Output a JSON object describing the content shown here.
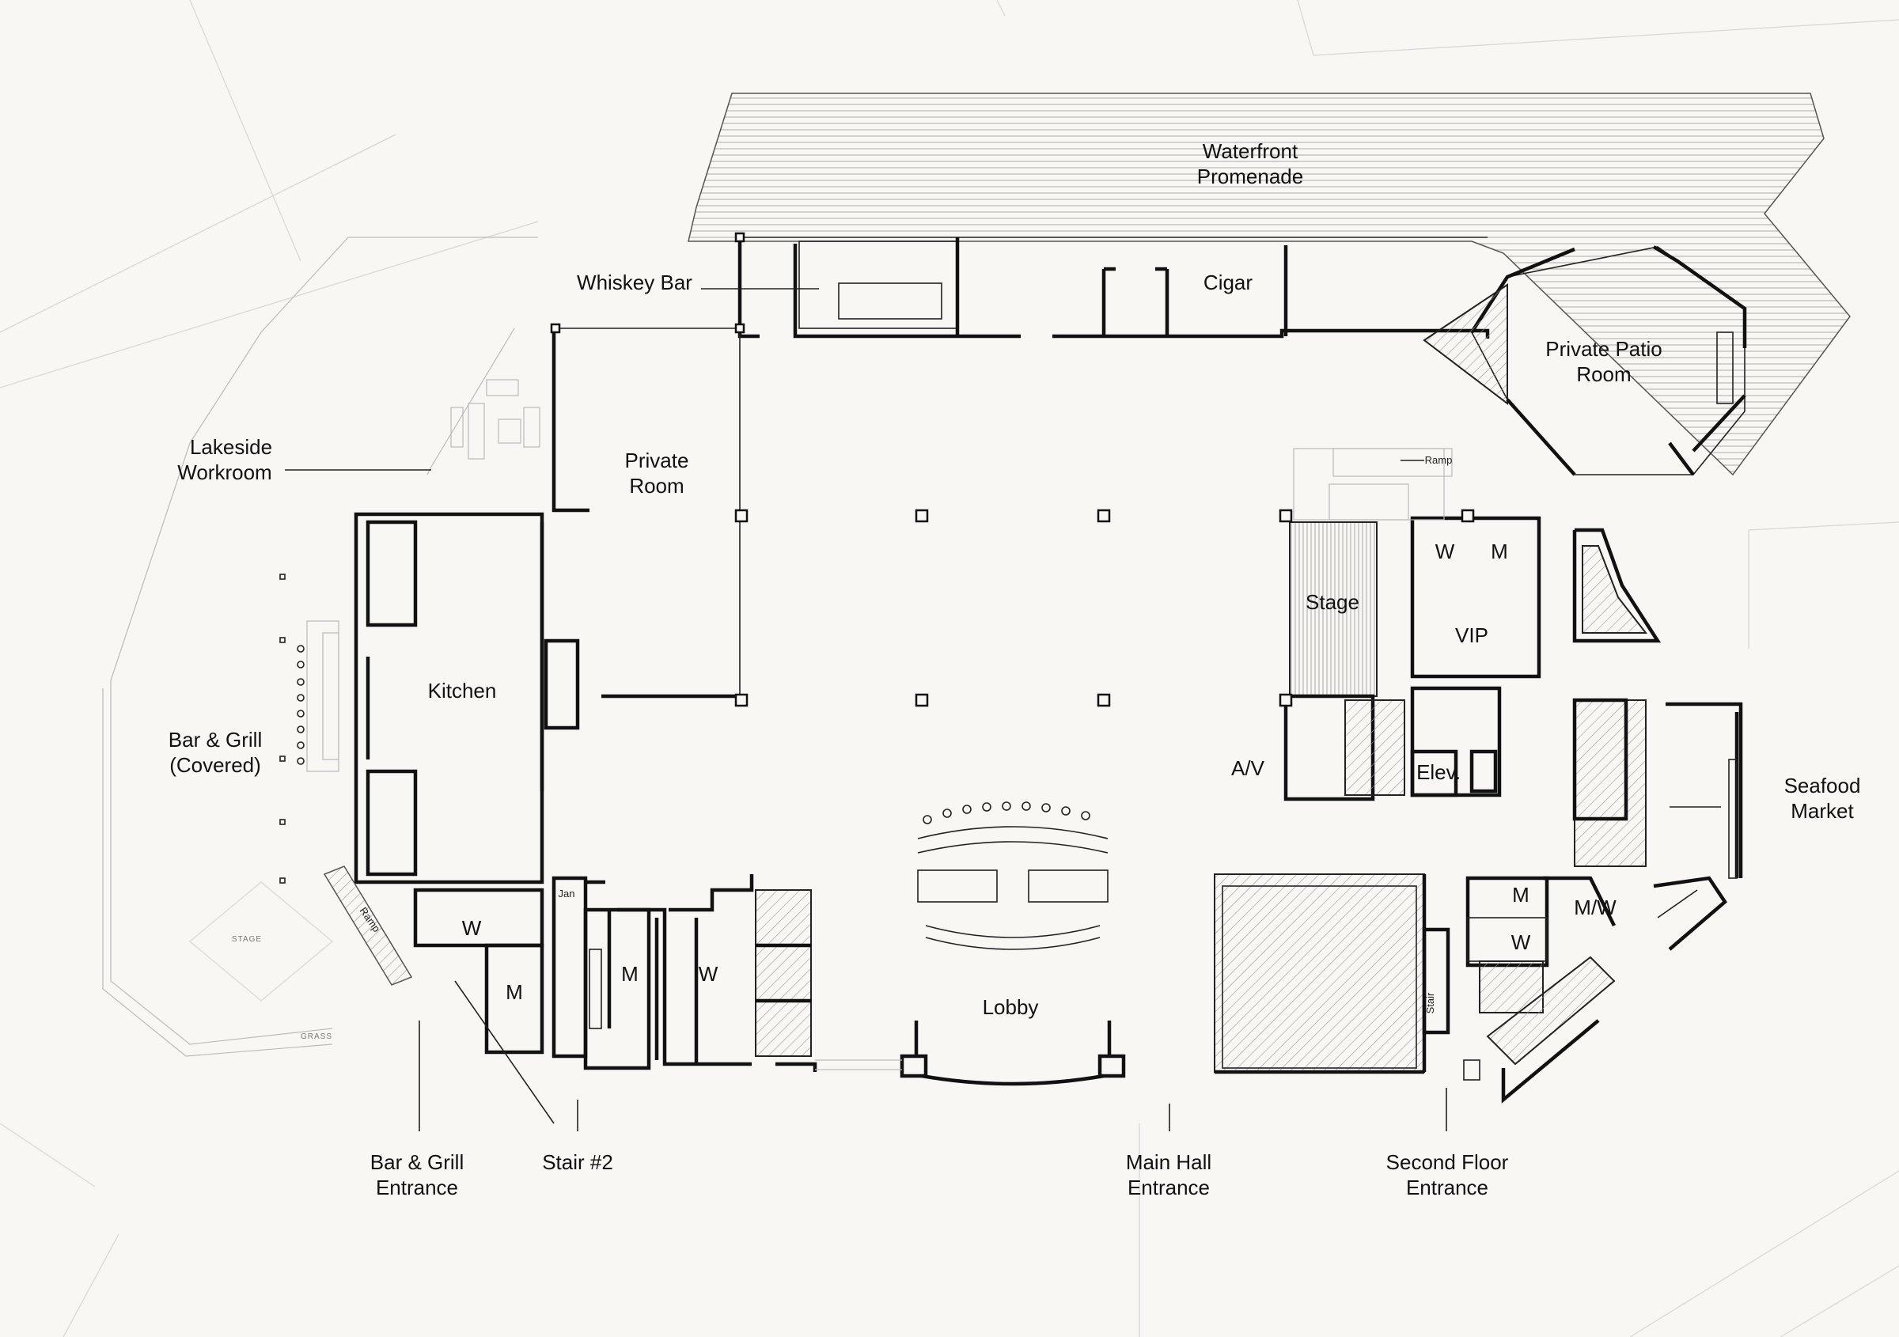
{
  "labels": {
    "waterfront": [
      "Waterfront",
      "Promenade"
    ],
    "whiskey_bar": "Whiskey Bar",
    "cigar": "Cigar",
    "private_patio_room": [
      "Private Patio",
      "Room"
    ],
    "lakeside_workroom": [
      "Lakeside",
      "Workroom"
    ],
    "private_room": [
      "Private",
      "Room"
    ],
    "kitchen": "Kitchen",
    "bar_grill_covered": [
      "Bar & Grill",
      "(Covered)"
    ],
    "stage": "Stage",
    "vip": "VIP",
    "w_top": "W",
    "m_top": "M",
    "av": "A/V",
    "elev": "Elev.",
    "seafood_market": [
      "Seafood",
      "Market"
    ],
    "lobby": "Lobby",
    "w_left": "W",
    "m_left": "M",
    "m_center": "M",
    "w_center": "W",
    "m_right": "M",
    "w_right": "W",
    "mw": "M/W",
    "ramp_small": "Ramp",
    "ramp_left": "Ramp",
    "stair_small": "Stair",
    "jan": "Jan",
    "stage_small": "STAGE",
    "grass": "GRASS"
  },
  "entrances": {
    "bar_grill": [
      "Bar & Grill",
      "Entrance"
    ],
    "stair2": "Stair #2",
    "main_hall": [
      "Main Hall",
      "Entrance"
    ],
    "second_floor": [
      "Second Floor",
      "Entrance"
    ]
  },
  "colors": {
    "wall": "#111111",
    "background": "#f8f7f4",
    "hatch": "#999999"
  }
}
